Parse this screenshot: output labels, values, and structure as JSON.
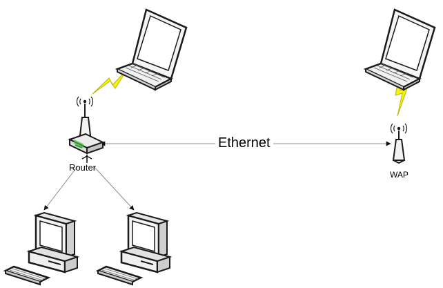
{
  "labels": {
    "ethernet": "Ethernet",
    "router": "Router",
    "wap": "WAP"
  },
  "nodes": [
    {
      "id": "laptop-left",
      "type": "laptop-icon"
    },
    {
      "id": "laptop-right",
      "type": "laptop-icon"
    },
    {
      "id": "router",
      "type": "router-icon"
    },
    {
      "id": "wap",
      "type": "wireless-access-point-icon"
    },
    {
      "id": "desktop-left",
      "type": "desktop-computer-icon"
    },
    {
      "id": "desktop-right",
      "type": "desktop-computer-icon"
    }
  ],
  "links": [
    {
      "from": "router",
      "to": "laptop-left",
      "kind": "wireless"
    },
    {
      "from": "wap",
      "to": "laptop-right",
      "kind": "wireless"
    },
    {
      "from": "router",
      "to": "wap",
      "kind": "ethernet"
    },
    {
      "from": "router",
      "to": "desktop-left",
      "kind": "wired"
    },
    {
      "from": "router",
      "to": "desktop-right",
      "kind": "wired"
    }
  ],
  "colors": {
    "lightning": "#f6f20e",
    "line": "#8c8c8c",
    "outline": "#1a1a1a"
  }
}
